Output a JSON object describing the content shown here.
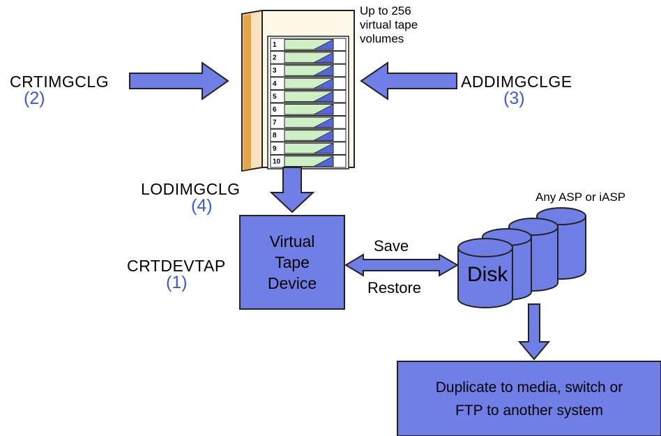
{
  "diagram": {
    "library_note": [
      "Up to 256",
      "virtual tape",
      "volumes"
    ],
    "slot_numbers": [
      "1",
      "2",
      "3",
      "4",
      "5",
      "6",
      "7",
      "8",
      "9",
      "10"
    ],
    "commands": {
      "crtimgclg": {
        "label": "CRTIMGCLG",
        "step": "(2)"
      },
      "addimgclge": {
        "label": "ADDIMGCLGE",
        "step": "(3)"
      },
      "lodimgclg": {
        "label": "LODIMGCLG",
        "step": "(4)"
      },
      "crtdevtap": {
        "label": "CRTDEVTAP",
        "step": "(1)"
      }
    },
    "device": {
      "line1": "Virtual",
      "line2": "Tape",
      "line3": "Device"
    },
    "save_label": "Save",
    "restore_label": "Restore",
    "disk_label": "Disk",
    "asp_note": "Any ASP or iASP",
    "duplicate": {
      "line1": "Duplicate to media, switch or",
      "line2": "FTP to another system"
    },
    "colors": {
      "box_fill": "#6f7fe6",
      "arrow_fill": "#6f7fe6",
      "step_text": "#3a5bd9",
      "slot_fill": "#cdf0c6",
      "cabinet_edge": "#d88a2a"
    }
  }
}
